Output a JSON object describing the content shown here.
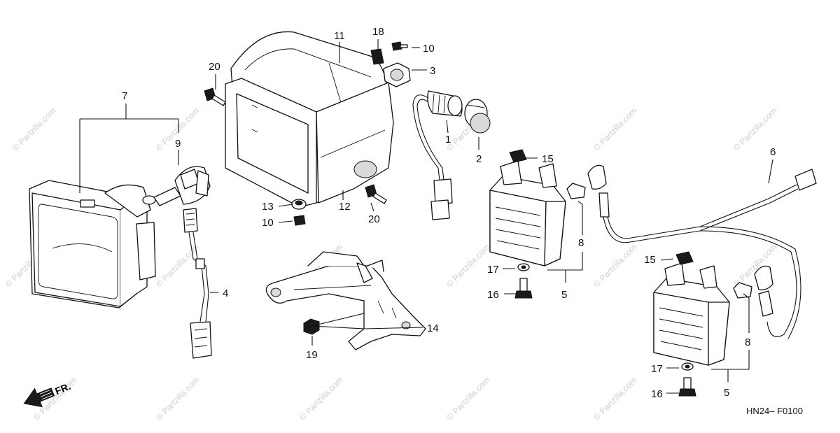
{
  "diagram": {
    "code": "HN24– F0100",
    "front_indicator": "FR.",
    "watermark": "© Partzilla.com",
    "callouts": {
      "c1": "1",
      "c2": "2",
      "c3": "3",
      "c4": "4",
      "c5a": "5",
      "c5b": "5",
      "c6": "6",
      "c7": "7",
      "c8a": "8",
      "c8b": "8",
      "c9": "9",
      "c10a": "10",
      "c10b": "10",
      "c11": "11",
      "c12": "12",
      "c13": "13",
      "c14": "14",
      "c15a": "15",
      "c15b": "15",
      "c16a": "16",
      "c16b": "16",
      "c17a": "17",
      "c17b": "17",
      "c18": "18",
      "c19": "19",
      "c20a": "20",
      "c20b": "20"
    }
  }
}
